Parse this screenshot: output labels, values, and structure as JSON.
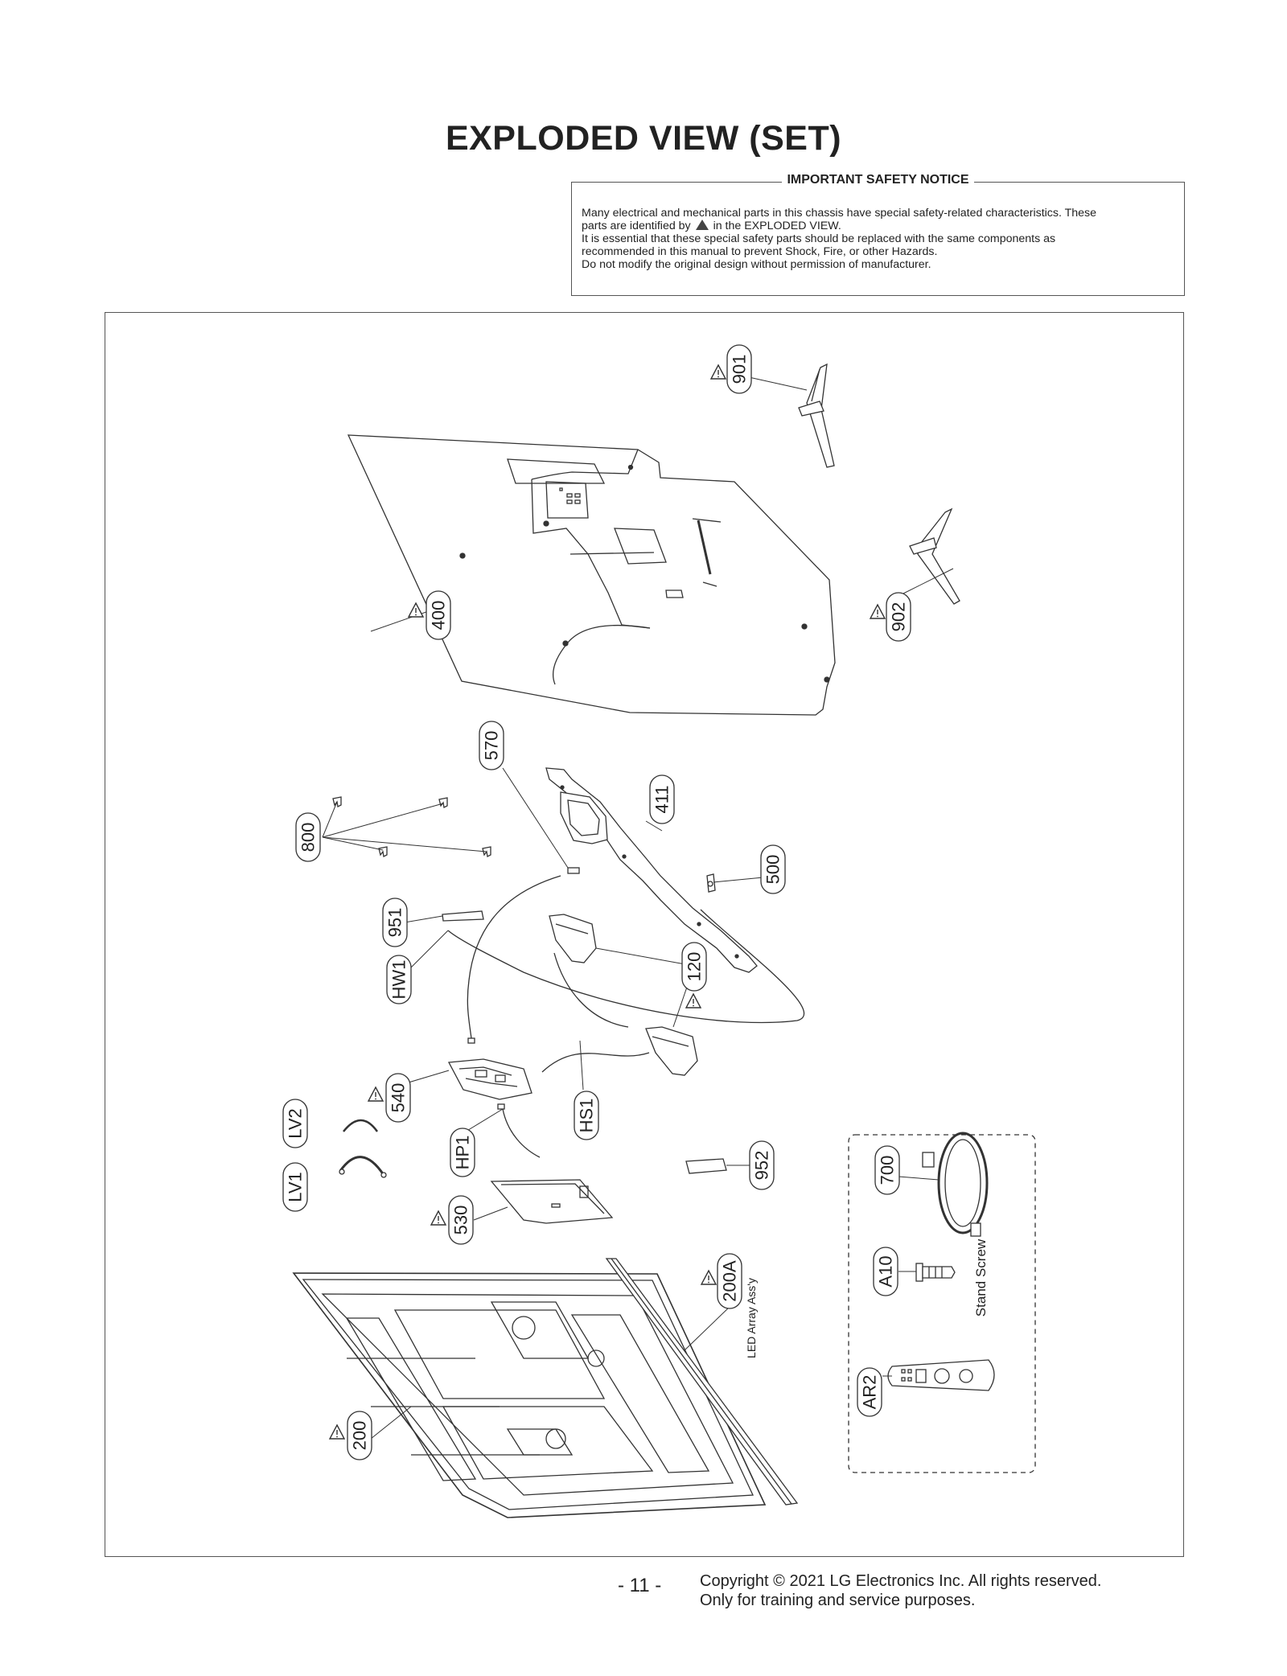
{
  "page": {
    "title": "EXPLODED VIEW (SET)",
    "page_number": "- 11 -",
    "copyright_line1": "Copyright © 2021 LG Electronics Inc. All rights reserved.",
    "copyright_line2": "Only for training and service purposes."
  },
  "notice": {
    "title": "IMPORTANT SAFETY NOTICE",
    "line1": "Many electrical and mechanical parts in this chassis have special safety-related characteristics. These",
    "line2a": "parts are identified by",
    "line2b": "in the EXPLODED VIEW.",
    "line3": "It is essential that these special safety parts should be replaced with the same components as",
    "line4": "recommended in this manual to prevent Shock, Fire, or other Hazards.",
    "line5": "Do not modify the original design without permission of manufacturer."
  },
  "diagram": {
    "parts": [
      {
        "id": "901",
        "label": "901",
        "safety": true
      },
      {
        "id": "902",
        "label": "902",
        "safety": true
      },
      {
        "id": "400",
        "label": "400",
        "safety": true
      },
      {
        "id": "570",
        "label": "570",
        "safety": false
      },
      {
        "id": "411",
        "label": "411",
        "safety": false
      },
      {
        "id": "800",
        "label": "800",
        "safety": false
      },
      {
        "id": "500",
        "label": "500",
        "safety": false
      },
      {
        "id": "951",
        "label": "951",
        "safety": false
      },
      {
        "id": "120",
        "label": "120",
        "safety": true
      },
      {
        "id": "HW1",
        "label": "HW1",
        "safety": false
      },
      {
        "id": "540",
        "label": "540",
        "safety": true
      },
      {
        "id": "HS1",
        "label": "HS1",
        "safety": false
      },
      {
        "id": "LV2",
        "label": "LV2",
        "safety": false
      },
      {
        "id": "HP1",
        "label": "HP1",
        "safety": false
      },
      {
        "id": "LV1",
        "label": "LV1",
        "safety": false
      },
      {
        "id": "952",
        "label": "952",
        "safety": false
      },
      {
        "id": "530",
        "label": "530",
        "safety": true
      },
      {
        "id": "700",
        "label": "700",
        "safety": false
      },
      {
        "id": "A10",
        "label": "A10",
        "safety": false
      },
      {
        "id": "200A",
        "label": "200A",
        "safety": true
      },
      {
        "id": "AR2",
        "label": "AR2",
        "safety": false
      },
      {
        "id": "200",
        "label": "200",
        "safety": true
      }
    ],
    "notes": {
      "led_array": "LED Array Ass'y",
      "stand_screw": "Stand Screw"
    }
  }
}
